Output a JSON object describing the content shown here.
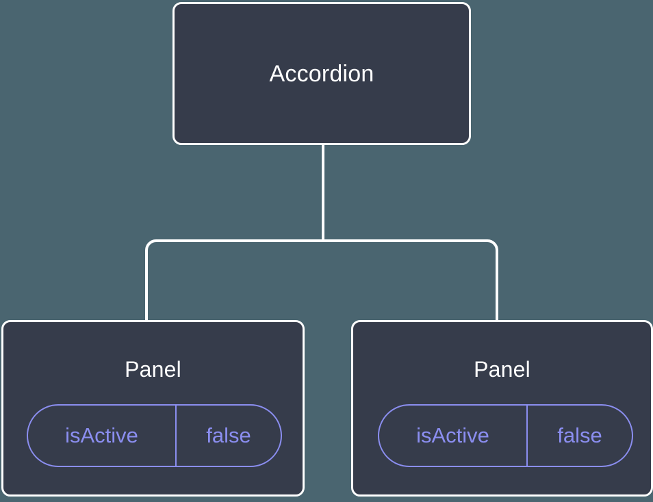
{
  "diagram": {
    "type": "component-tree",
    "background_color": "#4a6570",
    "node_fill_color": "#363c4b",
    "node_border_color": "#ffffff",
    "edge_color": "#ffffff",
    "prop_accent_color": "#8b8ef0",
    "root": {
      "label": "Accordion"
    },
    "children": [
      {
        "label": "Panel",
        "props": [
          {
            "key": "isActive",
            "value": "false"
          }
        ]
      },
      {
        "label": "Panel",
        "props": [
          {
            "key": "isActive",
            "value": "false"
          }
        ]
      }
    ]
  }
}
